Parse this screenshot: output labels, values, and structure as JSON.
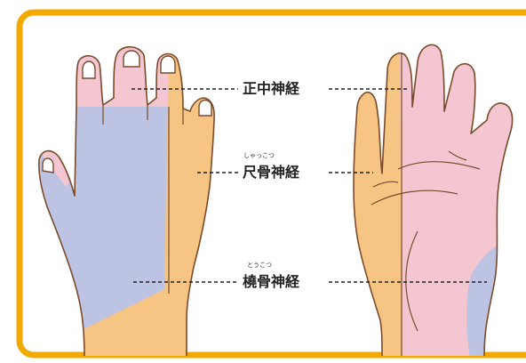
{
  "colors": {
    "frame": "#F2A900",
    "median": "#F3C6D1",
    "ulnar": "#BDC3E2",
    "radial": "#F6C583",
    "outline": "#7A4A2A",
    "dashed": "#222222"
  },
  "labels": {
    "median": {
      "text": "正中神経",
      "ruby": ""
    },
    "ulnar": {
      "text": "尺骨神経",
      "ruby": "しゃっこつ"
    },
    "radial": {
      "text": "橈骨神経",
      "ruby": "とうこつ"
    }
  }
}
